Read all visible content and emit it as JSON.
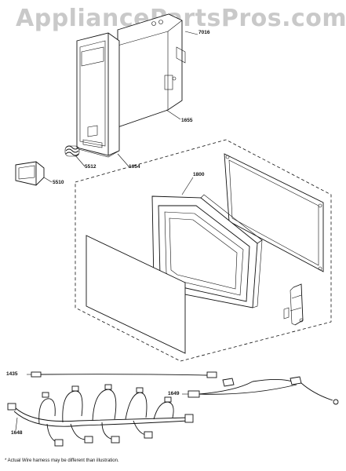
{
  "watermark": "AppliancePartsPros.com",
  "labels": {
    "p7016": "7016",
    "p1655": "1655",
    "p5512": "5512",
    "p1654": "1654",
    "p5510": "5510",
    "p1800": "1800",
    "p1435": "1435",
    "p1649": "1649",
    "p1648": "1648"
  },
  "footnote": "* Actual Wire harness may be different than illustration."
}
